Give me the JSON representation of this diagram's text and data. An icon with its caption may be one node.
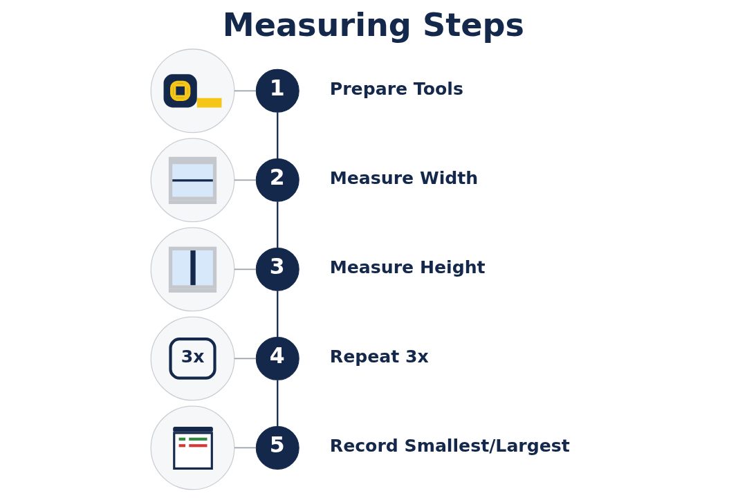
{
  "diagram": {
    "title": "Measuring Steps",
    "nodes": [
      {
        "text": [],
        "shape": "picture"
      },
      {
        "text": [
          "1"
        ],
        "beside": [
          "Prepare Tools"
        ]
      },
      {
        "text": [],
        "shape": "picture"
      },
      {
        "text": [
          "2"
        ],
        "beside": [
          "Measure Width"
        ]
      },
      {
        "text": [],
        "shape": "picture"
      },
      {
        "text": [
          "3"
        ],
        "beside": [
          "Measure Height"
        ]
      },
      {
        "text": [
          "3x"
        ]
      },
      {
        "text": [
          "4"
        ],
        "beside": [
          "Repeat 3x"
        ]
      },
      {
        "text": [],
        "shape": "picture"
      },
      {
        "text": [
          "5"
        ],
        "beside": [
          "Record Smallest/Largest"
        ]
      }
    ],
    "edges": [
      {
        "from": 0,
        "to": 1,
        "arrow": "none"
      },
      {
        "from": 1,
        "to": 3,
        "arrow": "none",
        "color": "#14284b"
      },
      {
        "from": 2,
        "to": 3,
        "arrow": "none"
      },
      {
        "from": 3,
        "to": 5,
        "arrow": "none",
        "color": "#14284b"
      },
      {
        "from": 4,
        "to": 5,
        "arrow": "none"
      },
      {
        "from": 5,
        "to": 7,
        "arrow": "none",
        "color": "#14284b"
      },
      {
        "from": 6,
        "to": 7,
        "arrow": "none"
      },
      {
        "from": 7,
        "to": 9,
        "arrow": "none",
        "color": "#14284b"
      },
      {
        "from": 8,
        "to": 9,
        "arrow": "none"
      }
    ]
  }
}
